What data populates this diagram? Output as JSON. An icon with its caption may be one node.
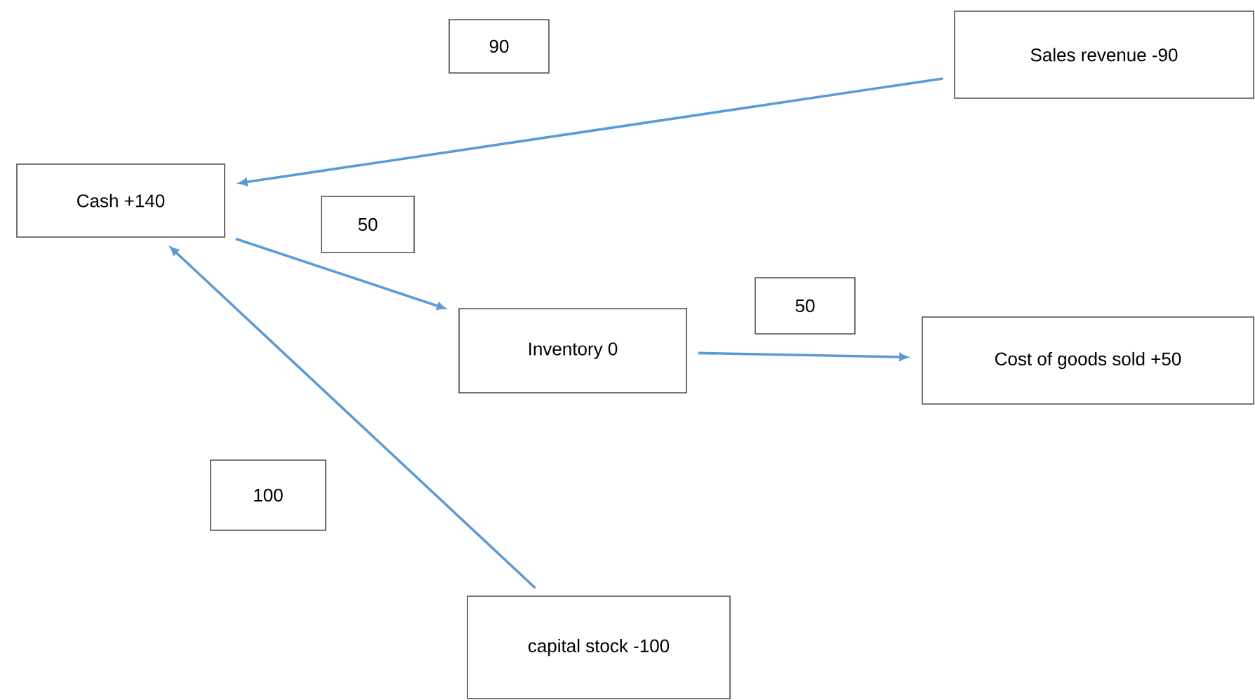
{
  "diagram": {
    "nodes": [
      {
        "text": [
          "90"
        ]
      },
      {
        "text": [
          "Sales revenue  -90"
        ]
      },
      {
        "text": [
          "Cash   +140"
        ]
      },
      {
        "text": [
          "50"
        ]
      },
      {
        "text": [
          "Inventory  0"
        ]
      },
      {
        "text": [
          "50"
        ]
      },
      {
        "text": [
          "Cost of goods sold  +50"
        ]
      },
      {
        "text": [
          "100"
        ]
      },
      {
        "text": [
          "capital stock  -100"
        ]
      }
    ],
    "edges": [
      {
        "from": 1,
        "to": 2,
        "arrow": "to"
      },
      {
        "from": 2,
        "to": 4,
        "arrow": "to"
      },
      {
        "from": 4,
        "to": 6,
        "arrow": "to"
      },
      {
        "from": 8,
        "to": 2,
        "arrow": "to"
      }
    ]
  }
}
